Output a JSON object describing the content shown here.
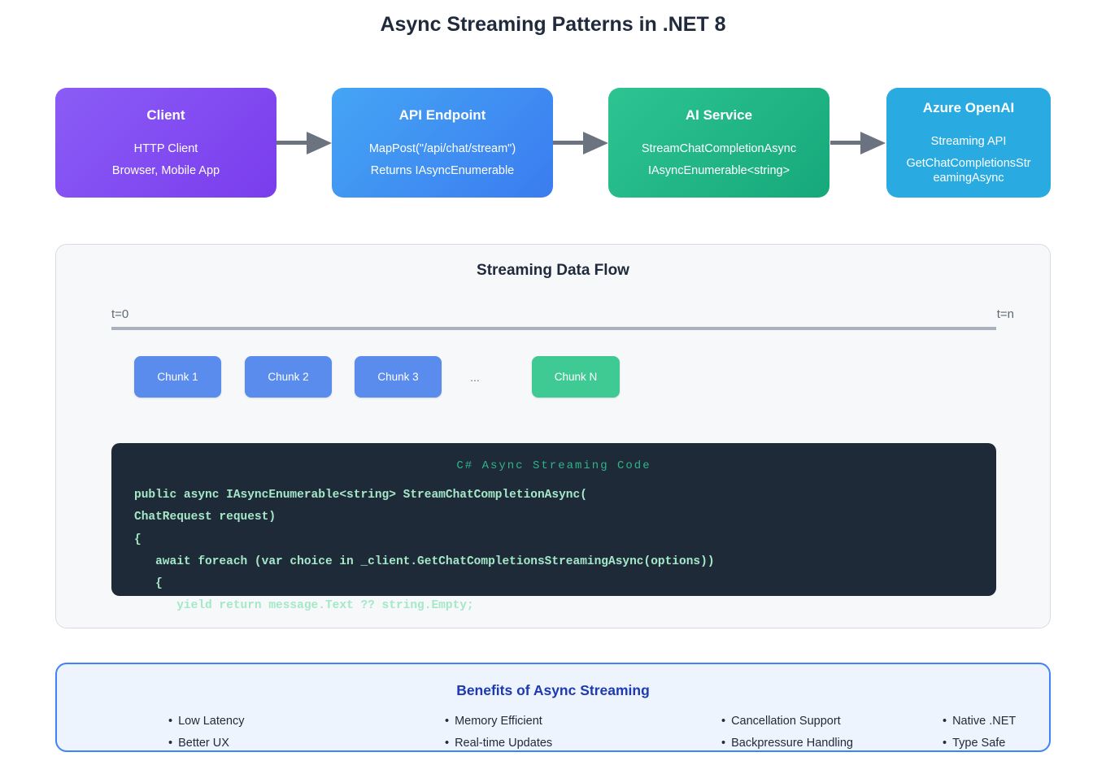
{
  "title": "Async Streaming Patterns in .NET 8",
  "flow": {
    "boxes": [
      {
        "title": "Client",
        "lines": [
          "HTTP Client",
          "Browser, Mobile App"
        ]
      },
      {
        "title": "API Endpoint",
        "lines": [
          "MapPost(\"/api/chat/stream\")",
          "Returns IAsyncEnumerable"
        ]
      },
      {
        "title": "AI Service",
        "lines": [
          "StreamChatCompletionAsync",
          "IAsyncEnumerable<string>"
        ]
      },
      {
        "title": "Azure OpenAI",
        "lines": [
          "Streaming API",
          "GetChatCompletionsStreamingAsync"
        ]
      }
    ]
  },
  "panel": {
    "title": "Streaming Data Flow",
    "timeline": {
      "start_label": "t=0",
      "end_label": "t=n"
    },
    "chunks": [
      {
        "label": "Chunk 1"
      },
      {
        "label": "Chunk 2"
      },
      {
        "label": "Chunk 3"
      }
    ],
    "ellipsis": "...",
    "chunk_last": {
      "label": "Chunk N"
    },
    "code": {
      "title": "C# Async Streaming Code",
      "lines": [
        "public async IAsyncEnumerable<string> StreamChatCompletionAsync(",
        "ChatRequest request)",
        "{",
        "   await foreach (var choice in _client.GetChatCompletionsStreamingAsync(options))",
        "   {",
        "      yield return message.Text ?? string.Empty;"
      ]
    }
  },
  "benefits": {
    "title": "Benefits of Async Streaming",
    "bullet": "•",
    "columns": [
      [
        "Low Latency",
        "Better UX"
      ],
      [
        "Memory Efficient",
        "Real-time Updates"
      ],
      [
        "Cancellation Support",
        "Backpressure Handling"
      ],
      [
        "Native .NET",
        "Type Safe"
      ]
    ]
  },
  "colors": {
    "client_gradient": [
      "#8b5cf6",
      "#7a3ded"
    ],
    "api_gradient": [
      "#45a5f4",
      "#3b7cf0"
    ],
    "ai_gradient": [
      "#2ec492",
      "#16a87a"
    ],
    "azure_blue": "#29abe2",
    "arrow_gray": "#6b7280",
    "panel_bg": "#f7f8fa",
    "chunk_blue": "#5a8cee",
    "chunk_green": "#3fc993",
    "code_bg": "#1f2a38",
    "code_title_green": "#2eb489",
    "code_text_mint": "#a5e8c8",
    "benefits_border_blue": "#3f83f8",
    "benefits_title_blue": "#1d3ab0"
  }
}
